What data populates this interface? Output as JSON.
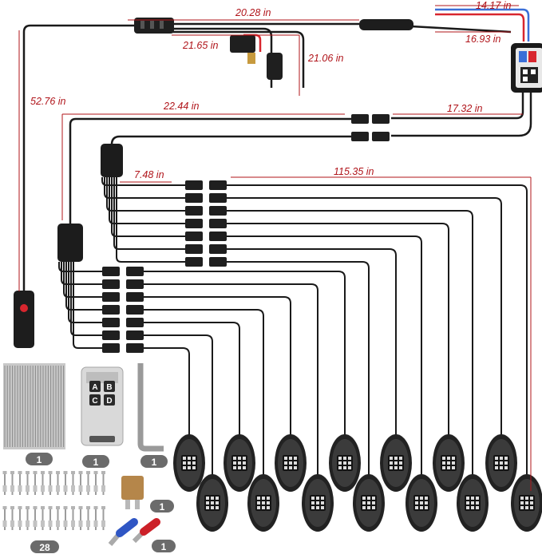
{
  "dimensions": [
    {
      "id": "d1",
      "label": "20.28 in"
    },
    {
      "id": "d2",
      "label": "14.17 in"
    },
    {
      "id": "d3",
      "label": "21.65 in"
    },
    {
      "id": "d4",
      "label": "16.93 in"
    },
    {
      "id": "d5",
      "label": "21.06 in"
    },
    {
      "id": "d6",
      "label": "52.76 in"
    },
    {
      "id": "d7",
      "label": "22.44 in"
    },
    {
      "id": "d8",
      "label": "17.32 in"
    },
    {
      "id": "d9",
      "label": "7.48 in"
    },
    {
      "id": "d10",
      "label": "115.35 in"
    }
  ],
  "accessories": {
    "zip_ties_qty": "1",
    "remote_qty": "1",
    "remote_buttons": [
      "A",
      "B",
      "C",
      "D"
    ],
    "hex_key_qty": "1",
    "screws_qty": "28",
    "fuse_qty": "1",
    "terminals_qty": "1"
  },
  "pods": {
    "count": 14,
    "color": "#2a2a2a"
  },
  "colors": {
    "wire": "#1a1a1a",
    "dim_line": "#b0141a",
    "blue_wire": "#3a6fd8",
    "red_wire": "#d8262e",
    "badge": "#6b6b6b"
  }
}
